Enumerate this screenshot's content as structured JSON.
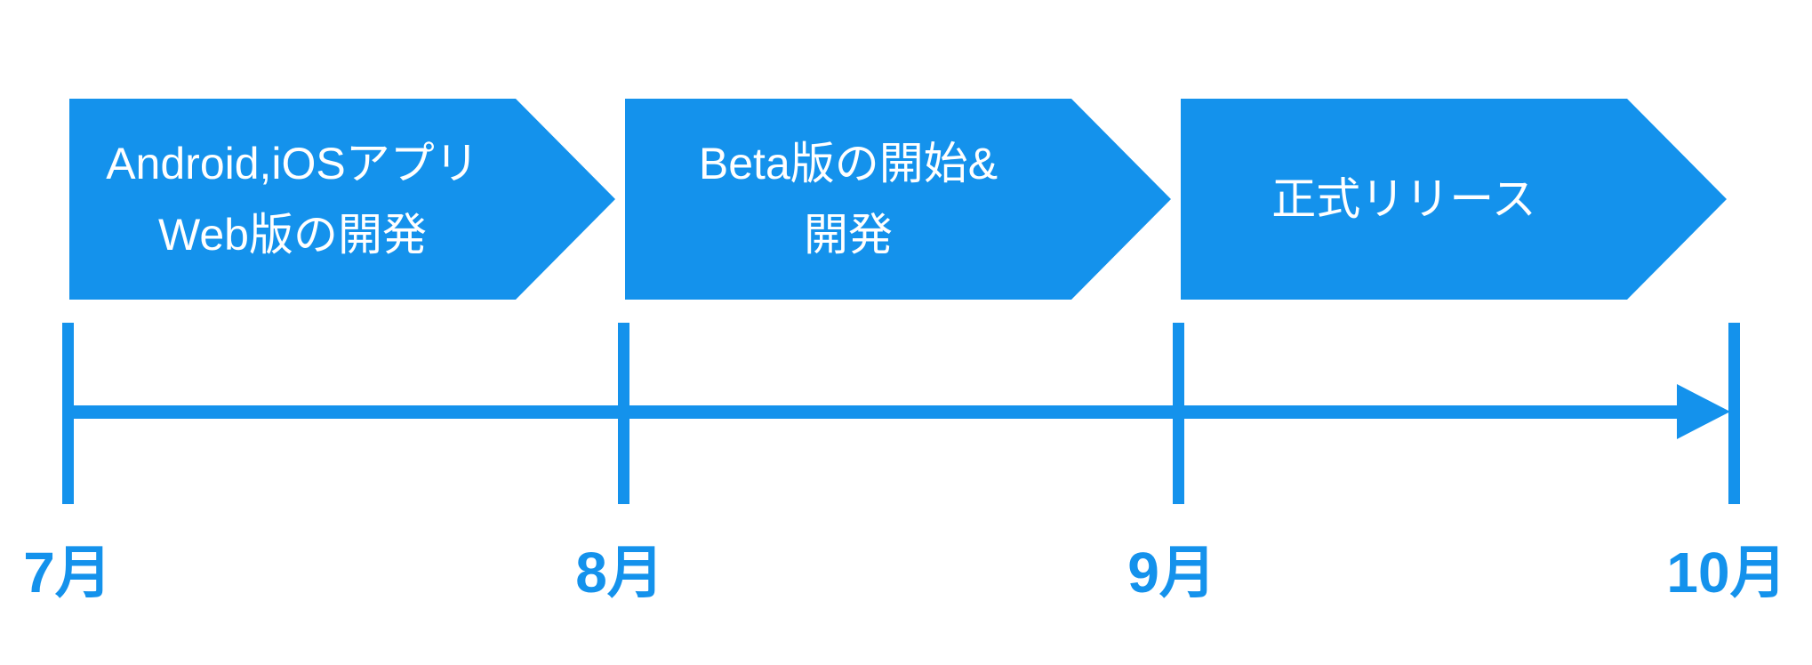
{
  "colors": {
    "accent": "#1492EC",
    "text-on-accent": "#FFFFFF",
    "background": "#FFFFFF"
  },
  "phases": [
    {
      "lines": [
        "Android,iOSアプリ",
        "Web版の開発"
      ]
    },
    {
      "lines": [
        "Beta版の開始&",
        "開発"
      ]
    },
    {
      "lines": [
        "正式リリース"
      ]
    }
  ],
  "timeline": {
    "months": [
      "7月",
      "8月",
      "9月",
      "10月"
    ]
  }
}
